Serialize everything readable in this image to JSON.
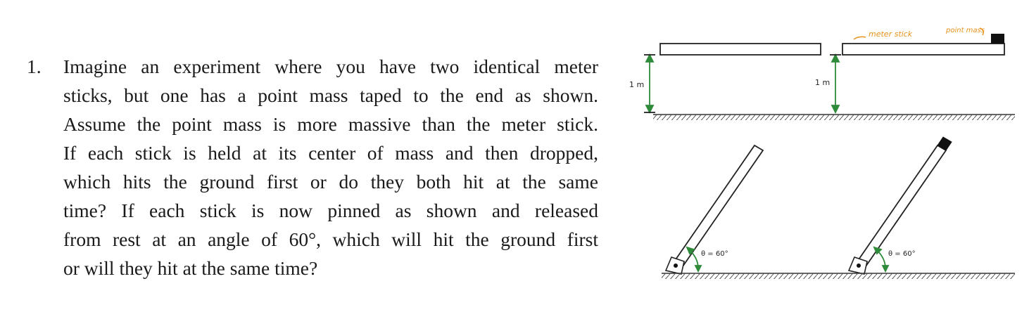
{
  "question": {
    "number": "1.",
    "lines": [
      "Imagine an experiment where you have two identical meter",
      "sticks, but one has a point mass taped to the end as shown.",
      "Assume the point mass is more massive than the meter stick.",
      "If each stick is held at its center of mass and then dropped,",
      "which hits the ground first or do they both hit at the same",
      "time? If each stick is now pinned as shown and released",
      "from rest at an angle of 60°, which will hit the ground first",
      "or will they hit at the same time?"
    ]
  },
  "figure": {
    "height_label_left": "1 m",
    "height_label_right": "1 m",
    "meter_stick_label": "meter stick",
    "point_mass_label": "point mass",
    "angle_label_left": "θ = 60°",
    "angle_label_right": "θ = 60°",
    "colors": {
      "arrow": "#2e8b3a",
      "handwriting": "#e8931c",
      "ink": "#222222"
    }
  }
}
